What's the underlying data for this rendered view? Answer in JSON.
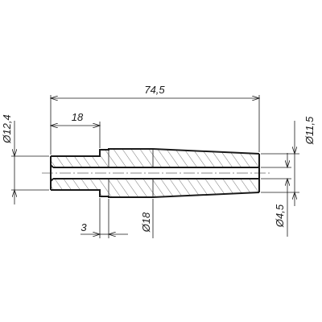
{
  "drawing": {
    "dimensions": {
      "total_length": "74,5",
      "collar_length": "18",
      "collar_width": "3",
      "diameter_left": "Ø12,4",
      "diameter_right": "Ø11,5",
      "diameter_collar": "Ø18",
      "diameter_bore": "Ø4,5"
    }
  }
}
